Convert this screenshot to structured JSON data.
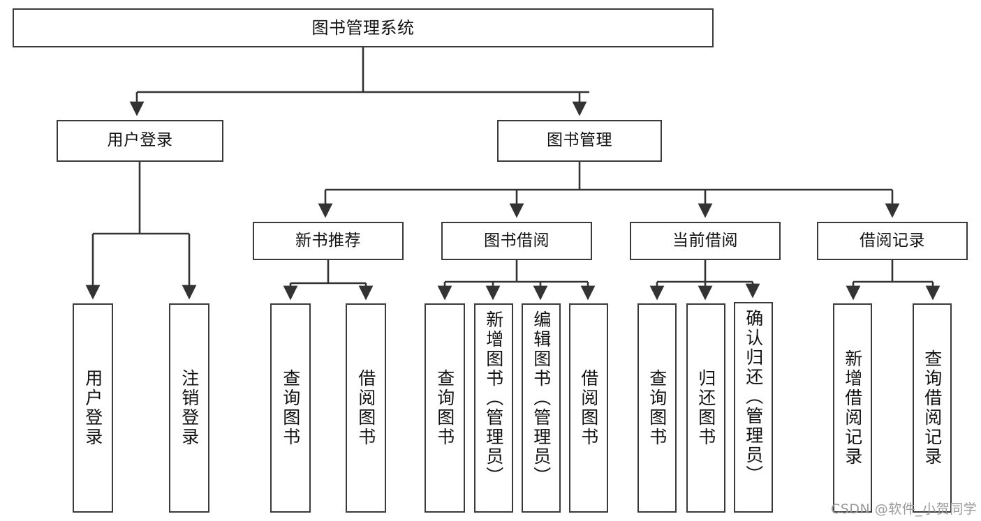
{
  "diagram": {
    "title": "图书管理系统",
    "type": "功能结构图",
    "colors": {
      "box_border": "#3a3a3a",
      "box_fill": "#ffffff",
      "edge": "#333333",
      "text": "#111111",
      "watermark": "#9a9a9a",
      "background": "#ffffff"
    },
    "nodes": {
      "root": {
        "label": "图书管理系统"
      },
      "level2": [
        {
          "id": "user-login",
          "label": "用户登录"
        },
        {
          "id": "book-manage",
          "label": "图书管理"
        }
      ],
      "level3": [
        {
          "id": "new-book-recommend",
          "label": "新书推荐"
        },
        {
          "id": "book-borrow",
          "label": "图书借阅"
        },
        {
          "id": "current-borrow",
          "label": "当前借阅"
        },
        {
          "id": "borrow-record",
          "label": "借阅记录"
        }
      ],
      "leaves": {
        "user-login": [
          {
            "id": "leaf-user-login",
            "label": "用户登录"
          },
          {
            "id": "leaf-logout",
            "label": "注销登录"
          }
        ],
        "new-book-recommend": [
          {
            "id": "leaf-query-book-1",
            "label": "查询图书"
          },
          {
            "id": "leaf-borrow-book-1",
            "label": "借阅图书"
          }
        ],
        "book-borrow": [
          {
            "id": "leaf-query-book-2",
            "label": "查询图书"
          },
          {
            "id": "leaf-add-book",
            "label": "新增图书（管理员）"
          },
          {
            "id": "leaf-edit-book",
            "label": "编辑图书（管理员）"
          },
          {
            "id": "leaf-borrow-book-2",
            "label": "借阅图书"
          }
        ],
        "current-borrow": [
          {
            "id": "leaf-query-book-3",
            "label": "查询图书"
          },
          {
            "id": "leaf-return-book",
            "label": "归还图书"
          },
          {
            "id": "leaf-confirm-return",
            "label": "确认归还（管理员）"
          }
        ],
        "borrow-record": [
          {
            "id": "leaf-add-record",
            "label": "新增借阅记录"
          },
          {
            "id": "leaf-query-record",
            "label": "查询借阅记录"
          }
        ]
      }
    },
    "watermark": "CSDN @软件_小贺同学"
  }
}
